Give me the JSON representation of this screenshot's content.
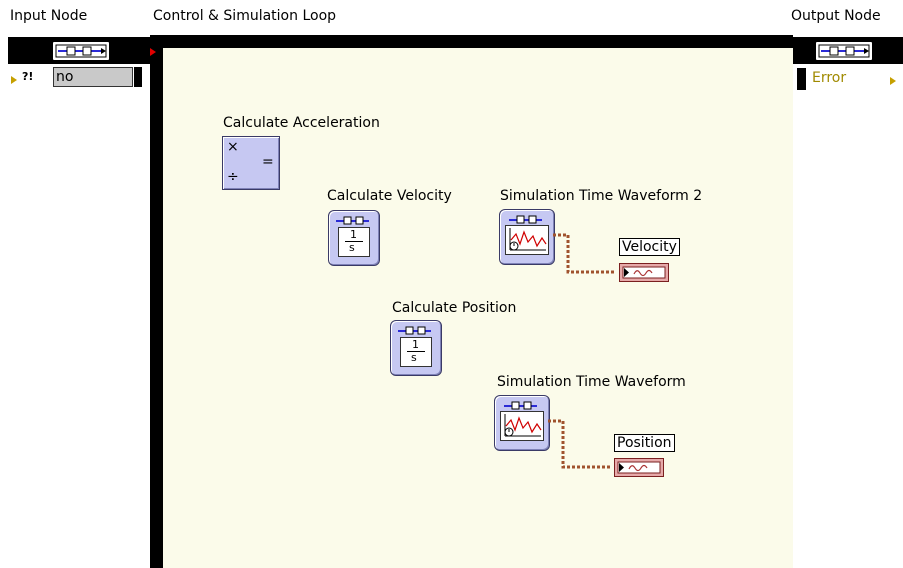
{
  "input_node": {
    "label": "Input Node",
    "value": "no",
    "type_glyph": "?!"
  },
  "loop": {
    "label": "Control & Simulation Loop"
  },
  "output_node": {
    "label": "Output Node",
    "value": "Error"
  },
  "blocks": {
    "acceleration": {
      "label": "Calculate Acceleration",
      "glyphs": {
        "times": "×",
        "divide": "÷",
        "equals": "="
      }
    },
    "velocity": {
      "label": "Calculate Velocity",
      "fraction_top": "1",
      "fraction_bottom": "s"
    },
    "position": {
      "label": "Calculate Position",
      "fraction_top": "1",
      "fraction_bottom": "s"
    },
    "waveform2": {
      "label": "Simulation Time Waveform 2"
    },
    "waveform": {
      "label": "Simulation Time Waveform"
    }
  },
  "indicators": {
    "velocity": {
      "label": "Velocity"
    },
    "position": {
      "label": "Position"
    }
  },
  "colors": {
    "loop_border": "#000000",
    "loop_fill": "#fbfbea",
    "block_fill": "#c6c8f2",
    "wire": "#a0522d",
    "indicator": "#e6a9a9"
  }
}
